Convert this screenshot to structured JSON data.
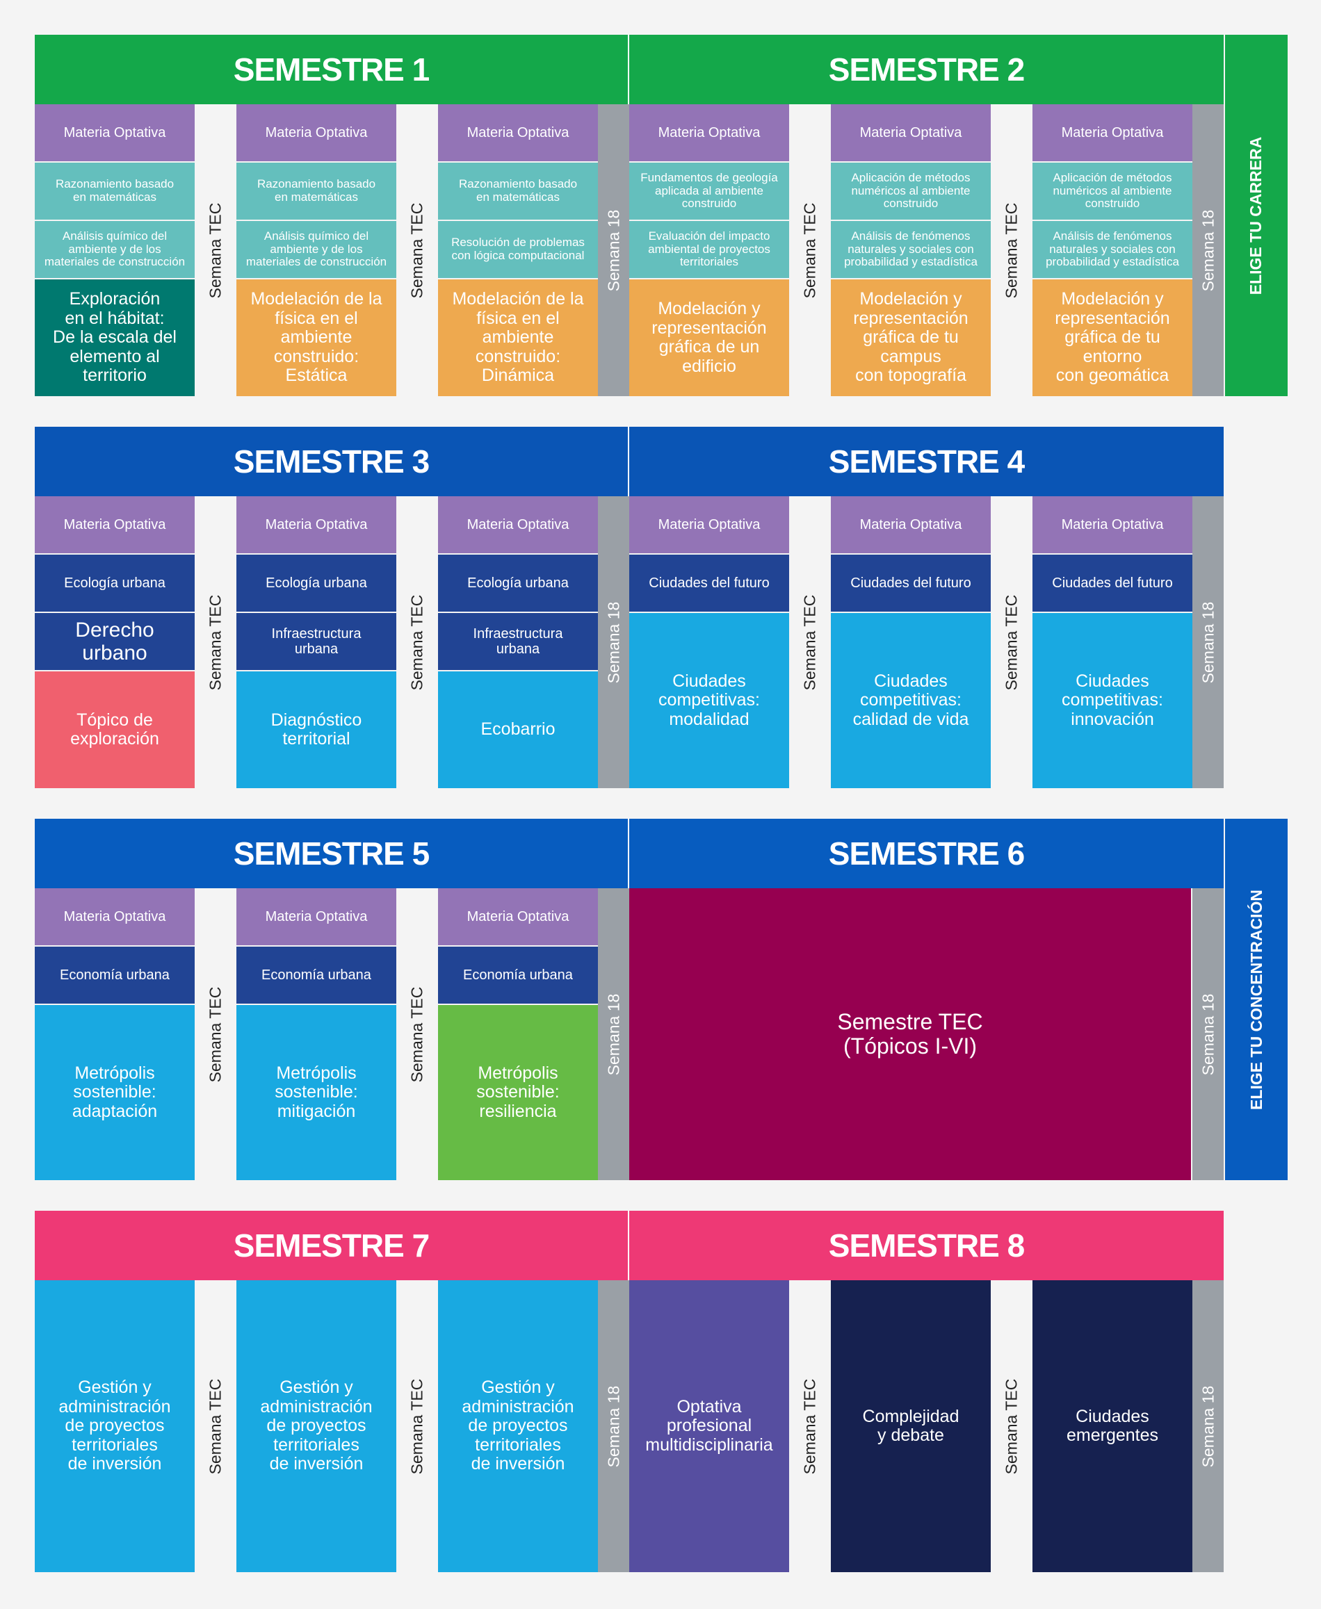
{
  "colors": {
    "green": "#14a84a",
    "blue_dark": "#0a55b5",
    "blue_mid": "#075cbf",
    "pink": "#ee3975",
    "purple_light": "#9374b6",
    "teal": "#64bfbd",
    "teal_dark": "#00796f",
    "orange": "#eea94f",
    "navy": "#214494",
    "sky": "#19a9e1",
    "coral": "#f0606e",
    "lime": "#66bb45",
    "maroon": "#960050",
    "indigo": "#564ea0",
    "midnight": "#162150",
    "gray": "#9aa0a6"
  },
  "labels": {
    "semana_tec": "Semana TEC",
    "semana_18": "Semana 18"
  },
  "side_labels": {
    "carrera": "ELIGE TU CARRERA",
    "concentracion": "ELIGE TU CONCENTRACIÓN"
  },
  "semesters": [
    {
      "title": "SEMESTRE 1",
      "columns": [
        [
          {
            "text": "Materia Optativa",
            "color": "purple_light"
          },
          {
            "text": "Razonamiento basado\nen matemáticas",
            "color": "teal"
          },
          {
            "text": "Análisis químico del\nambiente y de los\nmateriales de construcción",
            "color": "teal"
          },
          {
            "text": "Exploración\nen el hábitat:\nDe la escala del\nelemento al territorio",
            "color": "teal_dark"
          }
        ],
        [
          {
            "text": "Materia Optativa",
            "color": "purple_light"
          },
          {
            "text": "Razonamiento basado\nen matemáticas",
            "color": "teal"
          },
          {
            "text": "Análisis químico del\nambiente y de los\nmateriales de construcción",
            "color": "teal"
          },
          {
            "text": "Modelación de la\nfísica en el ambiente\nconstruido: Estática",
            "color": "orange"
          }
        ],
        [
          {
            "text": "Materia Optativa",
            "color": "purple_light"
          },
          {
            "text": "Razonamiento basado\nen matemáticas",
            "color": "teal"
          },
          {
            "text": "Resolución de problemas\ncon lógica computacional",
            "color": "teal"
          },
          {
            "text": "Modelación de la\nfísica en el ambiente\nconstruido: Dinámica",
            "color": "orange"
          }
        ]
      ]
    },
    {
      "title": "SEMESTRE 2",
      "columns": [
        [
          {
            "text": "Materia Optativa",
            "color": "purple_light"
          },
          {
            "text": "Fundamentos de geología\naplicada al ambiente\nconstruido",
            "color": "teal"
          },
          {
            "text": "Evaluación del impacto\nambiental de proyectos\nterritoriales",
            "color": "teal"
          },
          {
            "text": "Modelación y\nrepresentación\ngráfica de un edificio",
            "color": "orange"
          }
        ],
        [
          {
            "text": "Materia Optativa",
            "color": "purple_light"
          },
          {
            "text": "Aplicación de métodos\nnuméricos al ambiente\nconstruido",
            "color": "teal"
          },
          {
            "text": "Análisis de fenómenos\nnaturales y sociales con\nprobabilidad y estadística",
            "color": "teal"
          },
          {
            "text": "Modelación y\nrepresentación\ngráfica de tu campus\ncon topografía",
            "color": "orange"
          }
        ],
        [
          {
            "text": "Materia Optativa",
            "color": "purple_light"
          },
          {
            "text": "Aplicación de métodos\nnuméricos al ambiente\nconstruido",
            "color": "teal"
          },
          {
            "text": "Análisis de fenómenos\nnaturales y sociales con\nprobabilidad y estadística",
            "color": "teal"
          },
          {
            "text": "Modelación y\nrepresentación\ngráfica de tu entorno\ncon geomática",
            "color": "orange"
          }
        ]
      ]
    },
    {
      "title": "SEMESTRE 3",
      "columns": [
        [
          {
            "text": "Materia Optativa",
            "color": "purple_light"
          },
          {
            "text": "Ecología urbana",
            "color": "navy"
          },
          {
            "text": "Derecho urbano",
            "color": "navy"
          },
          {
            "text": "Tópico de\nexploración",
            "color": "coral"
          }
        ],
        [
          {
            "text": "Materia Optativa",
            "color": "purple_light"
          },
          {
            "text": "Ecología urbana",
            "color": "navy"
          },
          {
            "text": "Infraestructura\nurbana",
            "color": "navy"
          },
          {
            "text": "Diagnóstico\nterritorial",
            "color": "sky"
          }
        ],
        [
          {
            "text": "Materia Optativa",
            "color": "purple_light"
          },
          {
            "text": "Ecología urbana",
            "color": "navy"
          },
          {
            "text": "Infraestructura\nurbana",
            "color": "navy"
          },
          {
            "text": "Ecobarrio",
            "color": "sky"
          }
        ]
      ]
    },
    {
      "title": "SEMESTRE 4",
      "columns": [
        [
          {
            "text": "Materia Optativa",
            "color": "purple_light"
          },
          {
            "text": "Ciudades del futuro",
            "color": "navy"
          },
          {
            "text": "Ciudades\ncompetitivas:\nmodalidad",
            "color": "sky"
          }
        ],
        [
          {
            "text": "Materia Optativa",
            "color": "purple_light"
          },
          {
            "text": "Ciudades del futuro",
            "color": "navy"
          },
          {
            "text": "Ciudades\ncompetitivas:\ncalidad de vida",
            "color": "sky"
          }
        ],
        [
          {
            "text": "Materia Optativa",
            "color": "purple_light"
          },
          {
            "text": "Ciudades del futuro",
            "color": "navy"
          },
          {
            "text": "Ciudades\ncompetitivas:\ninnovación",
            "color": "sky"
          }
        ]
      ]
    },
    {
      "title": "SEMESTRE 5",
      "columns": [
        [
          {
            "text": "Materia Optativa",
            "color": "purple_light"
          },
          {
            "text": "Economía urbana",
            "color": "navy"
          },
          {
            "text": "Metrópolis\nsostenible:\nadaptación",
            "color": "sky"
          }
        ],
        [
          {
            "text": "Materia Optativa",
            "color": "purple_light"
          },
          {
            "text": "Economía urbana",
            "color": "navy"
          },
          {
            "text": "Metrópolis\nsostenible:\nmitigación",
            "color": "sky"
          }
        ],
        [
          {
            "text": "Materia Optativa",
            "color": "purple_light"
          },
          {
            "text": "Economía urbana",
            "color": "navy"
          },
          {
            "text": "Metrópolis\nsostenible:\nresiliencia",
            "color": "lime"
          }
        ]
      ]
    },
    {
      "title": "SEMESTRE 6",
      "block": {
        "text": "Semestre TEC\n(Tópicos I-VI)",
        "color": "maroon"
      }
    },
    {
      "title": "SEMESTRE 7",
      "columns": [
        [
          {
            "text": "Gestión y\nadministración\nde proyectos\nterritoriales\nde inversión",
            "color": "sky"
          }
        ],
        [
          {
            "text": "Gestión y\nadministración\nde proyectos\nterritoriales\nde inversión",
            "color": "sky"
          }
        ],
        [
          {
            "text": "Gestión y\nadministración\nde proyectos\nterritoriales\nde inversión",
            "color": "sky"
          }
        ]
      ]
    },
    {
      "title": "SEMESTRE 8",
      "columns": [
        [
          {
            "text": "Optativa\nprofesional\nmultidisciplinaria",
            "color": "indigo"
          }
        ],
        [
          {
            "text": "Complejidad\ny debate",
            "color": "midnight"
          }
        ],
        [
          {
            "text": "Ciudades\nemergentes",
            "color": "midnight"
          }
        ]
      ]
    }
  ]
}
